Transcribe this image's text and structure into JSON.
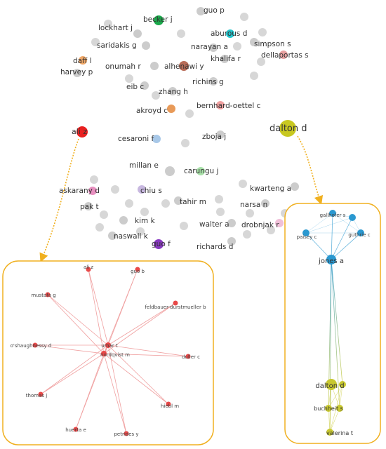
{
  "main_network": {
    "nodes": [
      {
        "label": "becker j",
        "color": "#1aa84a"
      },
      {
        "label": "guo p",
        "color": "#cccccc"
      },
      {
        "label": "lockhart j",
        "color": "#cccccc"
      },
      {
        "label": "aburous d",
        "color": "#22c4cc"
      },
      {
        "label": "saridakis g",
        "color": "#cccccc"
      },
      {
        "label": "simpson s",
        "color": "#cccccc"
      },
      {
        "label": "daff l",
        "color": "#f0a868"
      },
      {
        "label": "narayan a",
        "color": "#cccccc"
      },
      {
        "label": "dellaportas s",
        "color": "#e8a0a0"
      },
      {
        "label": "harvey p",
        "color": "#cccccc"
      },
      {
        "label": "onumah r",
        "color": "#cccccc"
      },
      {
        "label": "alhenawi y",
        "color": "#b86c58"
      },
      {
        "label": "khalifa r",
        "color": "#cccccc"
      },
      {
        "label": "richins g",
        "color": "#cccccc"
      },
      {
        "label": "eib c",
        "color": "#cccccc"
      },
      {
        "label": "zhang h",
        "color": "#cccccc"
      },
      {
        "label": "bernhard-oettel c",
        "color": "#f0a0a0"
      },
      {
        "label": "akroyd c",
        "color": "#e89a58"
      },
      {
        "label": "ali z",
        "color": "#e82020"
      },
      {
        "label": "dalton d",
        "color": "#c8c820"
      },
      {
        "label": "cesaroni f",
        "color": "#a8c8e8"
      },
      {
        "label": "zboja j",
        "color": "#cccccc"
      },
      {
        "label": "millan e",
        "color": "#cccccc"
      },
      {
        "label": "carungu j",
        "color": "#a8e0a8"
      },
      {
        "label": "askarany d",
        "color": "#e890c0"
      },
      {
        "label": "chiu s",
        "color": "#c8b8e0"
      },
      {
        "label": "kwarteng a",
        "color": "#cccccc"
      },
      {
        "label": "pak t",
        "color": "#cccccc"
      },
      {
        "label": "tahir m",
        "color": "#cccccc"
      },
      {
        "label": "narsa n",
        "color": "#cccccc"
      },
      {
        "label": "kim k",
        "color": "#cccccc"
      },
      {
        "label": "walter a",
        "color": "#cccccc"
      },
      {
        "label": "drobnjak r",
        "color": "#f0c0d8"
      },
      {
        "label": "naswall k",
        "color": "#cccccc"
      },
      {
        "label": "guo f",
        "color": "#8838c0"
      },
      {
        "label": "richards d",
        "color": "#cccccc"
      }
    ]
  },
  "ali_cluster": {
    "center_labels": [
      "umar t",
      "nordqvist m"
    ],
    "nodes": [
      "ali z",
      "guo b",
      "mustafa g",
      "feldbauer-durstmueller b",
      "o'shaughnessy d",
      "duller c",
      "thomas j",
      "hiebl m",
      "huerta e",
      "petrides y"
    ],
    "edge_color": "#f0a0a0",
    "node_color": "#e84848"
  },
  "dalton_cluster": {
    "top_nodes": [
      "gallhofer s",
      "paisey c",
      "guthrie c"
    ],
    "hub": "jones a",
    "bottom_nodes": [
      "dalton d",
      "buchheit s",
      "valerina t"
    ],
    "blue": "#2a98d0",
    "yellow": "#c8c830"
  },
  "colors": {
    "frame": "#f0b020",
    "arrow": "#f0b020"
  }
}
